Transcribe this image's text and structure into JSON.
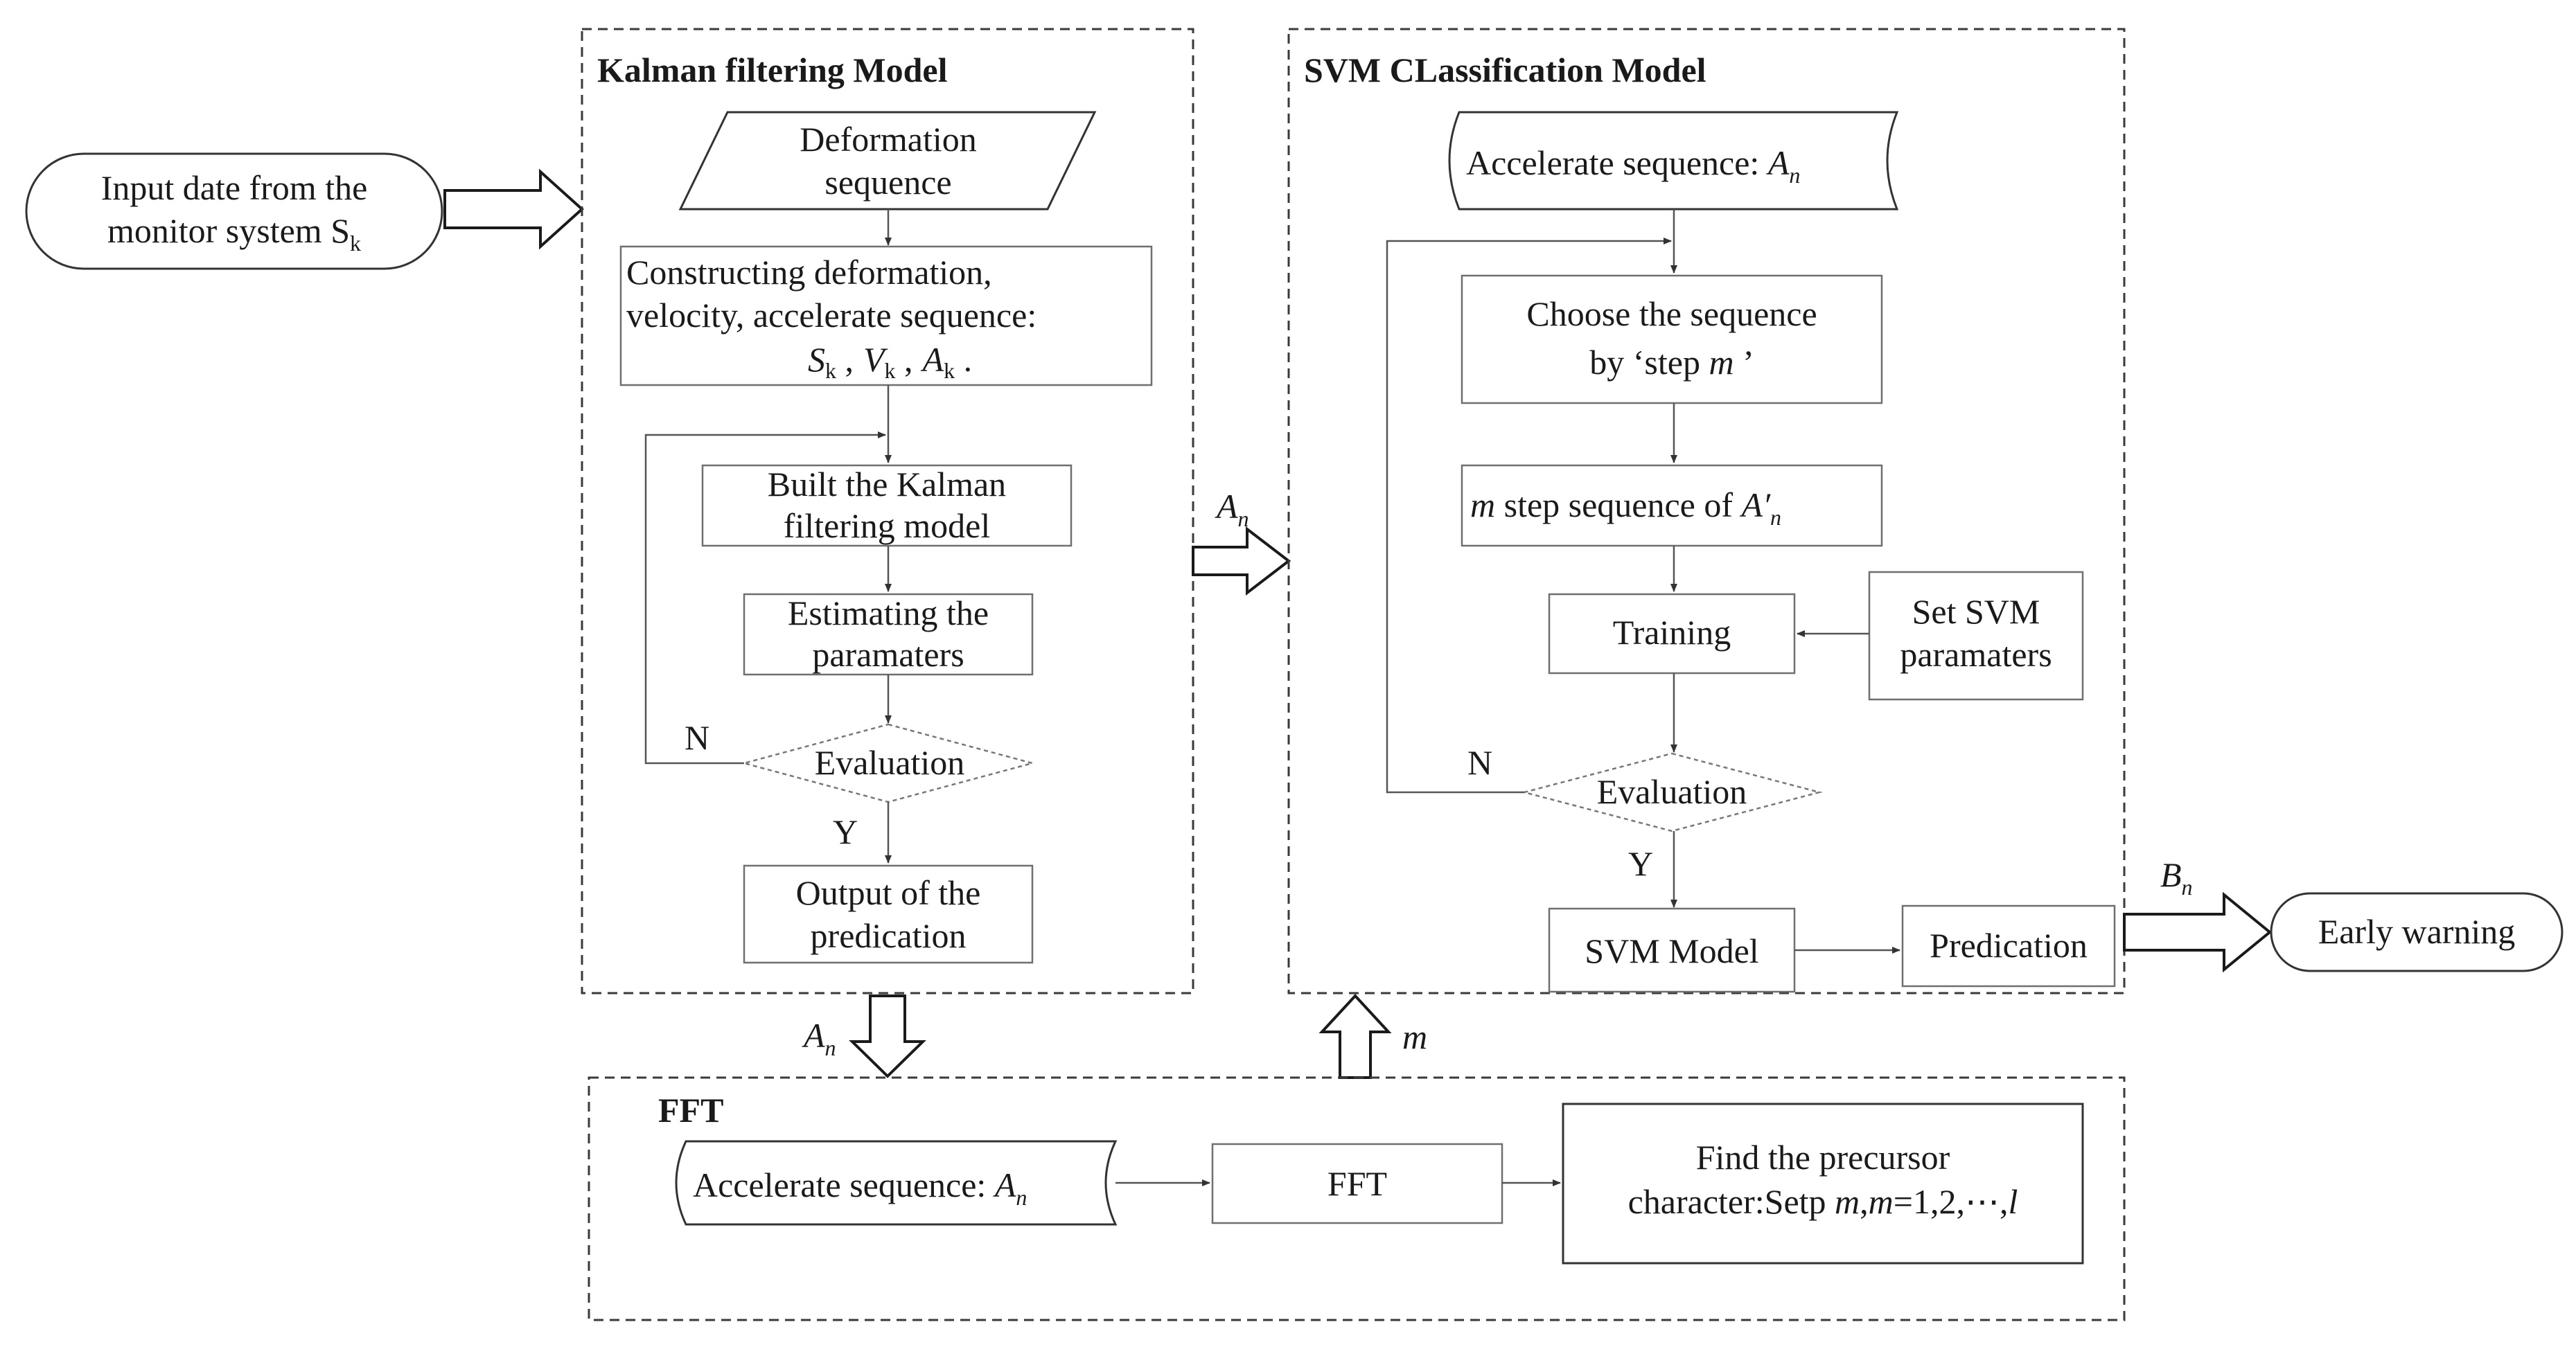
{
  "panels": {
    "kalman_title": "Kalman filtering Model",
    "svm_title": "SVM CLassification Model",
    "fft_title": "FFT"
  },
  "input": {
    "line1": "Input date from the",
    "line2": "monitor system S",
    "line2_sub": "k"
  },
  "kalman": {
    "deformation_line1": "Deformation",
    "deformation_line2": "sequence",
    "constructing_line1": "Constructing deformation,",
    "constructing_line2": "velocity, accelerate sequence:",
    "seq_s": "S",
    "seq_v": "V",
    "seq_a": "A",
    "seq_sub": "k",
    "sep1": " ,",
    "sep2": " ,",
    "seq_end": " .",
    "built_line1": "Built the Kalman",
    "built_line2": "filtering model",
    "estimating_line1": "Estimating the",
    "estimating_line2": "paramaters",
    "evaluation": "Evaluation",
    "no": "N",
    "yes": "Y",
    "output_line1": "Output of the",
    "output_line2": "predication"
  },
  "svm": {
    "accelerate": "Accelerate sequence: ",
    "accelerate_var": "A",
    "accelerate_sub": "n",
    "choose_line1": "Choose the sequence",
    "choose_line2_pre": "by ‘step ",
    "choose_line2_var": "m",
    "choose_line2_post": " ’",
    "mstep_var": "m",
    "mstep_text": " step sequence of  ",
    "mstep_a": "A′",
    "mstep_sub": "n",
    "training": "Training",
    "set_line1": "Set SVM",
    "set_line2": "paramaters",
    "evaluation": "Evaluation",
    "no": "N",
    "yes": "Y",
    "svm_model": "SVM  Model",
    "predication": "Predication"
  },
  "fft": {
    "accelerate": "Accelerate sequence: ",
    "accelerate_var": "A",
    "accelerate_sub": "n",
    "fft_box": "FFT",
    "find_line1": "Find the precursor",
    "find_line2_pre": "character:Setp ",
    "find_line2_m1": "m",
    "find_line2_comma": ",",
    "find_line2_m2": "m",
    "find_line2_mid": "=1,2,⋯,",
    "find_line2_l": "l"
  },
  "arrows": {
    "an_var": "A",
    "an_sub": "n",
    "bn_var": "B",
    "bn_sub": "n",
    "m_label": "m"
  },
  "output": {
    "early_warning": "Early warning"
  }
}
